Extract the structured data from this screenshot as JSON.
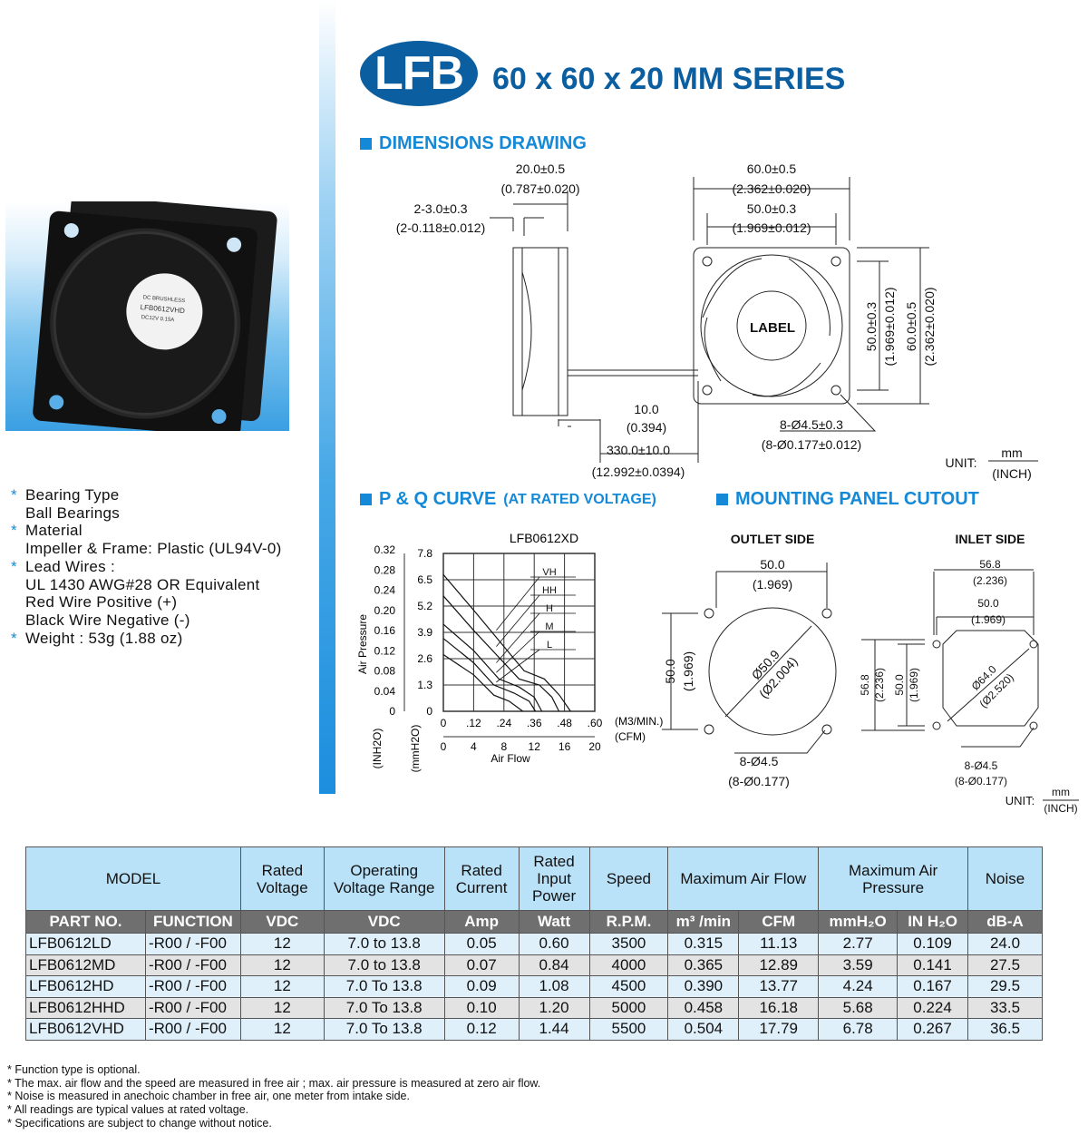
{
  "header": {
    "logo": "LFB",
    "series": "60 x 60 x 20 MM SERIES"
  },
  "photo": {
    "label_lines": [
      "DC BRUSHLESS",
      "LFB0612VHD",
      "DC12V 0.15A"
    ]
  },
  "sections": {
    "dimensions": "DIMENSIONS DRAWING",
    "pq": "P & Q CURVE",
    "pq_sub": "(AT RATED VOLTAGE)",
    "mounting": "MOUNTING PANEL CUTOUT"
  },
  "dimensions": {
    "thickness": "20.0±0.5",
    "thickness_in": "(0.787±0.020)",
    "flange": "2-3.0±0.3",
    "flange_in": "(2-0.118±0.012)",
    "width": "60.0±0.5",
    "width_in": "(2.362±0.020)",
    "hole_span": "50.0±0.3",
    "hole_span_in": "(1.969±0.012)",
    "v_hole": "50.0±0.3",
    "v_hole_in": "(1.969±0.012)",
    "v_width": "60.0±0.5",
    "v_width_in": "(2.362±0.020)",
    "label": "LABEL",
    "strip": "10.0",
    "strip_in": "(0.394)",
    "lead": "330.0±10.0",
    "lead_in": "(12.992±0.0394)",
    "holes": "8-Ø4.5±0.3",
    "holes_in": "(8-Ø0.177±0.012)",
    "unit_label": "UNIT:",
    "unit_top": "mm",
    "unit_bot": "(INCH)"
  },
  "mounting": {
    "outlet": {
      "title": "OUTLET SIDE",
      "span": "50.0",
      "span_in": "(1.969)",
      "v_span": "50.0",
      "v_span_in": "(1.969)",
      "dia": "Ø50.9",
      "dia_in": "(Ø2.004)",
      "holes": "8-Ø4.5",
      "holes_in": "(8-Ø0.177)"
    },
    "inlet": {
      "title": "INLET SIDE",
      "outer": "56.8",
      "outer_in": "(2.236)",
      "span": "50.0",
      "span_in": "(1.969)",
      "v_outer": "56.8",
      "v_outer_in": "(2.236)",
      "v_span": "50.0",
      "v_span_in": "(1.969)",
      "dia": "Ø64.0",
      "dia_in": "(Ø2.520)",
      "holes": "8-Ø4.5",
      "holes_in": "(8-Ø0.177)"
    },
    "unit_label": "UNIT:",
    "unit_top": "mm",
    "unit_bot": "(INCH)"
  },
  "chart_data": {
    "type": "line",
    "title": "LFB0612XD",
    "ylabel": "Air Pressure",
    "xlabel": "Air Flow",
    "x_unit_1": "(M3/MIN.)",
    "x_unit_2": "(CFM)",
    "y_unit_1": "(INH2O)",
    "y_unit_2": "(mmH2O)",
    "xlim": [
      0,
      0.6
    ],
    "ylim": [
      0,
      7.8
    ],
    "grid": true,
    "x_ticks_m3": [
      "0",
      ".12",
      ".24",
      ".36",
      ".48",
      ".60"
    ],
    "x_ticks_cfm": [
      "0",
      "4",
      "8",
      "12",
      "16",
      "20"
    ],
    "y_ticks_mm": [
      "0",
      "1.3",
      "2.6",
      "3.9",
      "5.2",
      "6.5",
      "7.8"
    ],
    "y_ticks_in": [
      "0",
      "0.04",
      "0.08",
      "0.12",
      "0.16",
      "0.20",
      "0.24",
      "0.28",
      "0.32"
    ],
    "series": [
      {
        "name": "VH",
        "x": [
          0,
          0.12,
          0.24,
          0.32,
          0.4,
          0.46,
          0.504
        ],
        "y": [
          6.75,
          5.0,
          3.2,
          2.0,
          1.6,
          0.8,
          0
        ]
      },
      {
        "name": "HH",
        "x": [
          0,
          0.12,
          0.24,
          0.3,
          0.38,
          0.43,
          0.458
        ],
        "y": [
          5.7,
          4.0,
          2.4,
          1.6,
          1.3,
          0.7,
          0
        ]
      },
      {
        "name": "H",
        "x": [
          0,
          0.12,
          0.22,
          0.3,
          0.36,
          0.39
        ],
        "y": [
          4.3,
          3.0,
          1.6,
          1.2,
          0.7,
          0
        ]
      },
      {
        "name": "M",
        "x": [
          0,
          0.12,
          0.2,
          0.28,
          0.34,
          0.365
        ],
        "y": [
          3.6,
          2.4,
          1.3,
          0.9,
          0.5,
          0
        ]
      },
      {
        "name": "L",
        "x": [
          0,
          0.12,
          0.2,
          0.26,
          0.315
        ],
        "y": [
          2.8,
          1.8,
          0.8,
          0.5,
          0
        ]
      }
    ]
  },
  "specs": [
    {
      "star": true,
      "text": "Bearing Type"
    },
    {
      "star": false,
      "text": "Ball Bearings"
    },
    {
      "star": true,
      "text": "Material"
    },
    {
      "star": false,
      "text": "Impeller & Frame: Plastic (UL94V-0)"
    },
    {
      "star": true,
      "text": "Lead Wires :"
    },
    {
      "star": false,
      "text": "UL 1430 AWG#28 OR Equivalent"
    },
    {
      "star": false,
      "text": "Red Wire Positive (+)"
    },
    {
      "star": false,
      "text": "Black Wire Negative (-)"
    },
    {
      "star": true,
      "text": "Weight : 53g (1.88 oz)"
    }
  ],
  "table": {
    "head1": [
      "MODEL",
      "Rated Voltage",
      "Operating Voltage Range",
      "Rated Current",
      "Rated Input Power",
      "Speed",
      "Maximum Air Flow",
      "Maximum Air Pressure",
      "Noise"
    ],
    "head2": [
      "PART NO.",
      "FUNCTION",
      "VDC",
      "VDC",
      "Amp",
      "Watt",
      "R.P.M.",
      "m³ /min",
      "CFM",
      "mmH₂O",
      "IN H₂O",
      "dB-A"
    ],
    "rows": [
      [
        "LFB0612LD",
        "-R00 / -F00",
        "12",
        "7.0 to 13.8",
        "0.05",
        "0.60",
        "3500",
        "0.315",
        "11.13",
        "2.77",
        "0.109",
        "24.0"
      ],
      [
        "LFB0612MD",
        "-R00 / -F00",
        "12",
        "7.0 to 13.8",
        "0.07",
        "0.84",
        "4000",
        "0.365",
        "12.89",
        "3.59",
        "0.141",
        "27.5"
      ],
      [
        "LFB0612HD",
        "-R00 / -F00",
        "12",
        "7.0 To 13.8",
        "0.09",
        "1.08",
        "4500",
        "0.390",
        "13.77",
        "4.24",
        "0.167",
        "29.5"
      ],
      [
        "LFB0612HHD",
        "-R00 / -F00",
        "12",
        "7.0 To 13.8",
        "0.10",
        "1.20",
        "5000",
        "0.458",
        "16.18",
        "5.68",
        "0.224",
        "33.5"
      ],
      [
        "LFB0612VHD",
        "-R00 / -F00",
        "12",
        "7.0 To 13.8",
        "0.12",
        "1.44",
        "5500",
        "0.504",
        "17.79",
        "6.78",
        "0.267",
        "36.5"
      ]
    ]
  },
  "notes": [
    "* Function type is optional.",
    "* The max. air flow and the speed are measured in free air ; max. air pressure is measured at zero air flow.",
    "* Noise is measured in anechoic chamber in free air, one meter from intake side.",
    "* All readings are typical values at rated voltage.",
    "* Specifications are subject to change without notice."
  ],
  "colors": {
    "brand": "#0b5fa0",
    "accent": "#1389d8",
    "table_head": "#b9e1f8",
    "table_sub": "#6f6f6f"
  }
}
